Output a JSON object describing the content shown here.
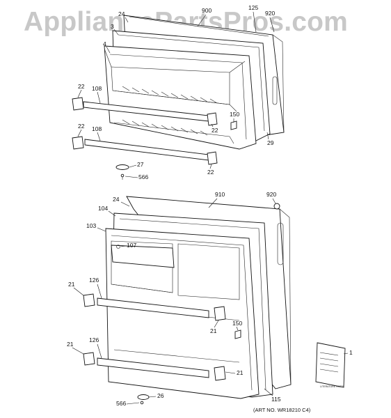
{
  "watermark": "AppliancePartsPros.com",
  "art_number": "(ART NO. WR18210 C4)",
  "literature_text": "LITERATURE PARTS",
  "labels": {
    "top": {
      "l24": "24",
      "l900": "900",
      "l125": "125",
      "l920": "920",
      "l3": "3",
      "l4": "4",
      "l22a": "22",
      "l108a": "108",
      "l22b": "22",
      "l108b": "108",
      "l150": "150",
      "l22c": "22",
      "l29": "29",
      "l22d": "22",
      "l27": "27",
      "l566": "566"
    },
    "bottom": {
      "l24": "24",
      "l910": "910",
      "l920": "920",
      "l104": "104",
      "l103": "103",
      "l107": "107",
      "l21a": "21",
      "l126a": "126",
      "l150": "150",
      "l21b": "21",
      "l21c": "21",
      "l126b": "126",
      "l21d": "21",
      "l566": "566",
      "l26": "26",
      "l115": "115",
      "l1": "1"
    }
  }
}
